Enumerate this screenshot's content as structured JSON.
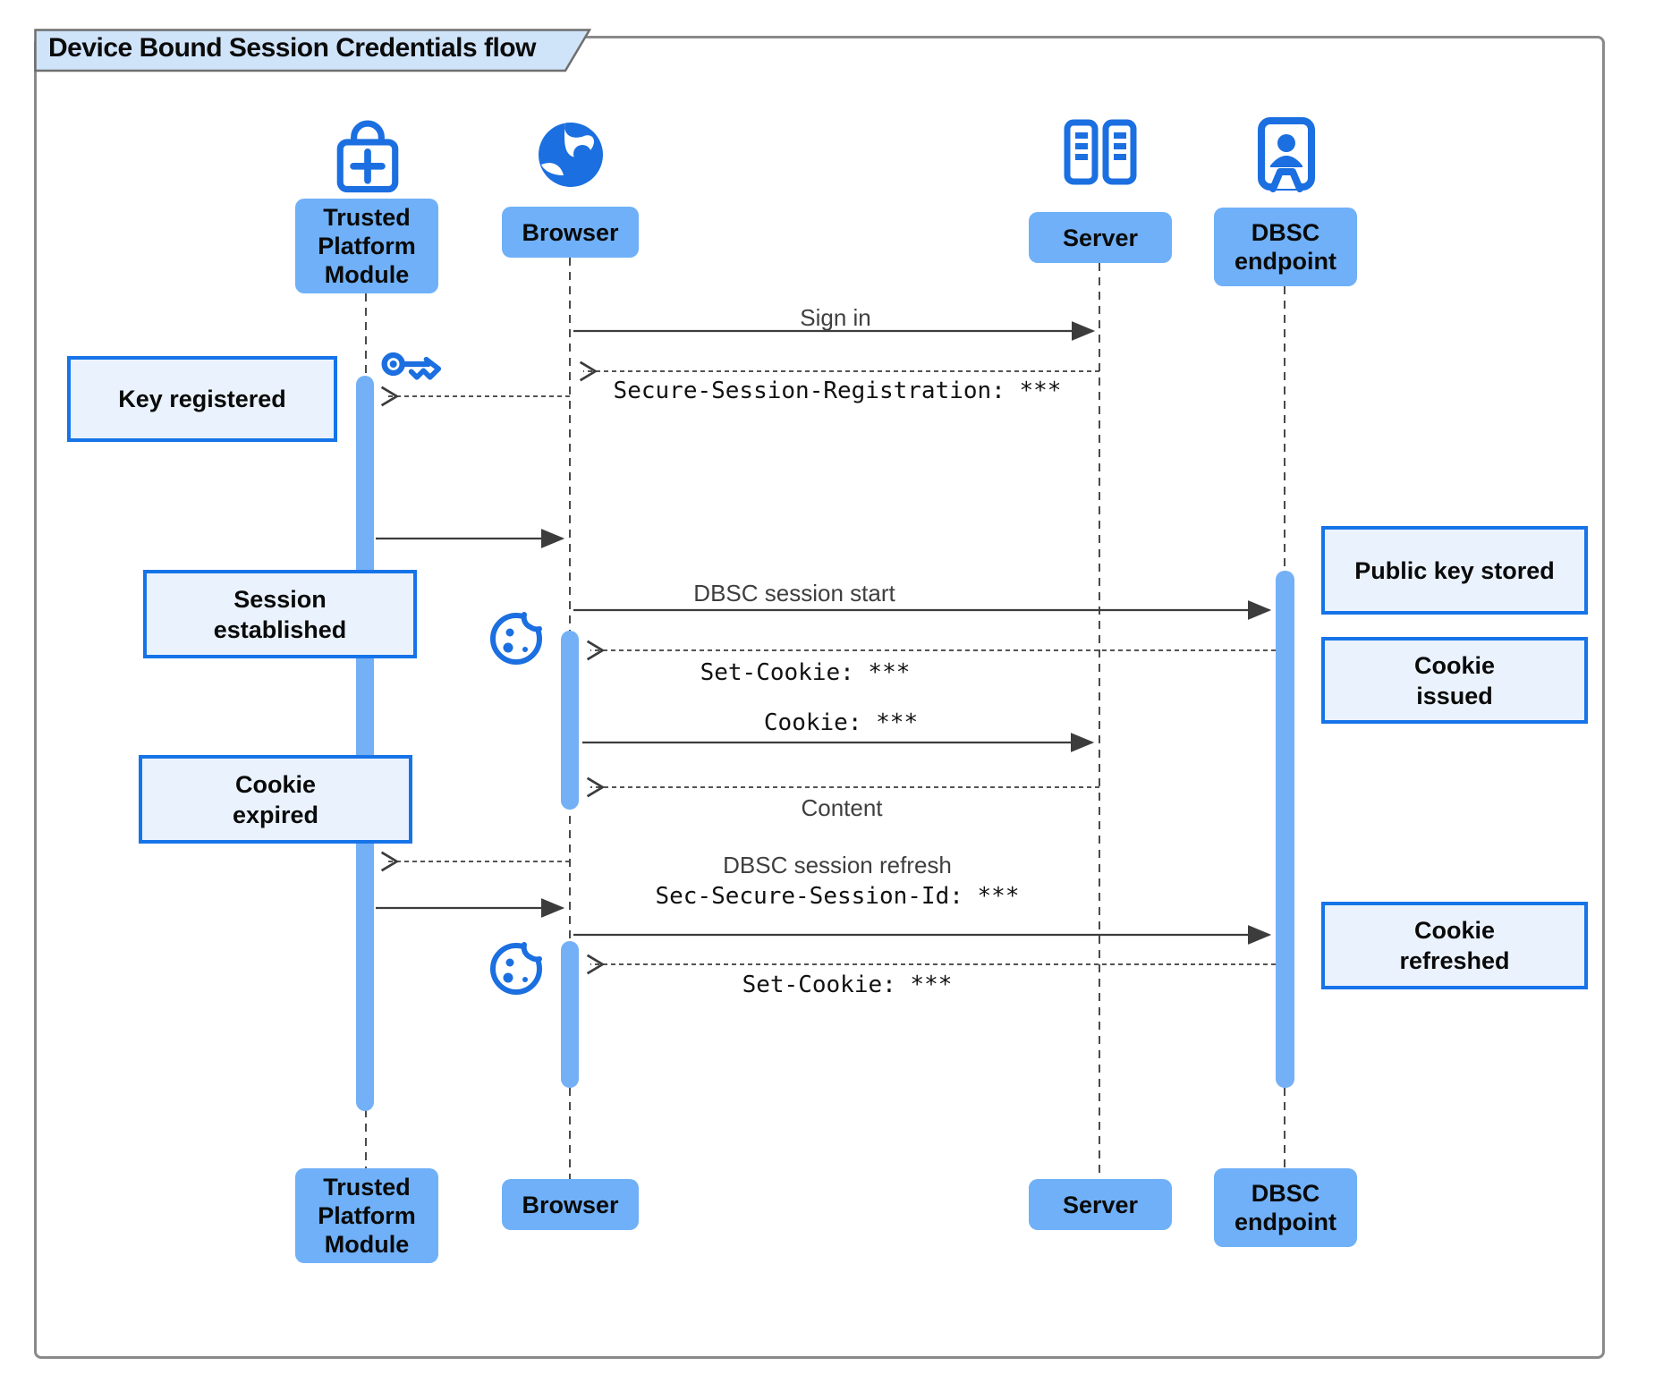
{
  "title": "Device Bound Session Credentials flow",
  "participants": [
    {
      "name": "Trusted Platform Module",
      "lines": [
        "Trusted",
        "Platform",
        "Module"
      ],
      "icon": "lock-plus-icon"
    },
    {
      "name": "Browser",
      "lines": [
        "Browser"
      ],
      "icon": "globe-icon"
    },
    {
      "name": "Server",
      "lines": [
        "Server"
      ],
      "icon": "server-rack-icon"
    },
    {
      "name": "DBSC endpoint",
      "lines": [
        "DBSC",
        "endpoint"
      ],
      "icon": "doorway-person-icon"
    }
  ],
  "messages": {
    "sign_in": "Sign in",
    "secure_session_registration": "Secure-Session-Registration: ***",
    "dbsc_session_start": "DBSC session start",
    "set_cookie_1": "Set-Cookie: ***",
    "cookie": "Cookie: ***",
    "content": "Content",
    "dbsc_session_refresh": "DBSC session refresh",
    "sec_secure_session_id": "Sec-Secure-Session-Id: ***",
    "set_cookie_2": "Set-Cookie: ***"
  },
  "notes": {
    "key_registered": {
      "lines": [
        "Key registered"
      ]
    },
    "session_established": {
      "lines": [
        "Session",
        "established"
      ]
    },
    "cookie_expired": {
      "lines": [
        "Cookie",
        "expired"
      ]
    },
    "public_key_stored": {
      "lines": [
        "Public key stored"
      ]
    },
    "cookie_issued": {
      "lines": [
        "Cookie",
        "issued"
      ]
    },
    "cookie_refreshed": {
      "lines": [
        "Cookie",
        "refreshed"
      ]
    }
  },
  "decorations": {
    "key_icon": "key-icon",
    "cookie_icon_1": "cookie-icon",
    "cookie_icon_2": "cookie-icon"
  },
  "colors": {
    "participant_fill": "#6fb0f8",
    "activation_fill": "#74b0f6",
    "note_fill": "#eaf2fd",
    "note_border": "#1674e8",
    "icon_blue": "#1b6fe0",
    "title_tab_fill": "#cfe3f9",
    "frame_border": "#8a8a8a",
    "arrow_color": "#3c3c3c"
  }
}
